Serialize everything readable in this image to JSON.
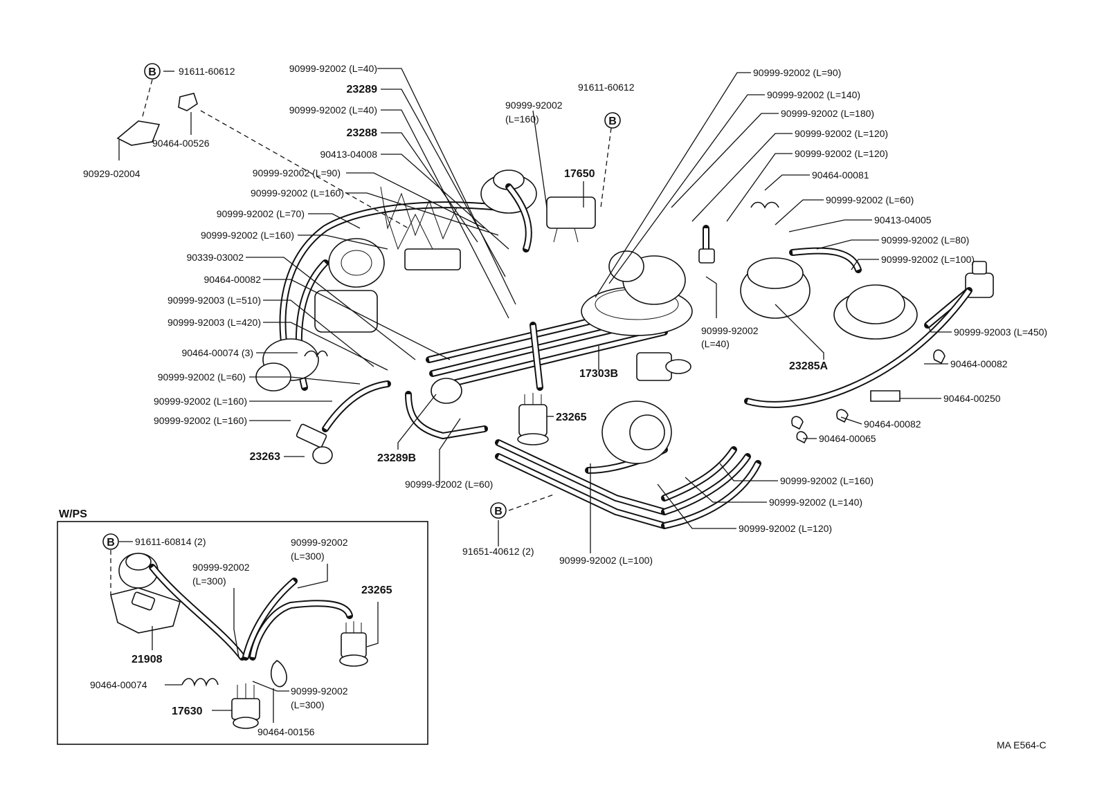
{
  "diagram": {
    "figure_code": "MA E564-C",
    "inset_title": "W/PS",
    "callout_letter": "B",
    "labels": {
      "t_91611_60612_a": "91611-60612",
      "t_90464_00526": "90464-00526",
      "t_90929_02004": "90929-02004",
      "t_92002_l40_a": "90999-92002 (L=40)",
      "t_23289": "23289",
      "t_92002_l40_b": "90999-92002 (L=40)",
      "t_23288": "23288",
      "t_90413_04008": "90413-04008",
      "t_92002_l90_a": "90999-92002 (L=90)",
      "t_92002_l160_a": "90999-92002 (L=160)",
      "t_92002_l70": "90999-92002 (L=70)",
      "t_92002_l160_b": "90999-92002 (L=160)",
      "t_90339_03002": "90339-03002",
      "t_90464_00082_a": "90464-00082",
      "t_92003_l510": "90999-92003 (L=510)",
      "t_92003_l420": "90999-92003 (L=420)",
      "t_90464_00074_3": "90464-00074 (3)",
      "t_92002_l60_a": "90999-92002 (L=60)",
      "t_92002_l160_c": "90999-92002 (L=160)",
      "t_92002_l160_d": "90999-92002 (L=160)",
      "t_23263": "23263",
      "t_23289b": "23289B",
      "t_92002_l60_b": "90999-92002 (L=60)",
      "t_91611_60612_b": "91611-60612",
      "t_92002_a": "90999-92002",
      "t_l160": "(L=160)",
      "t_17650": "17650",
      "t_92002_l90_b": "90999-92002 (L=90)",
      "t_92002_l140_a": "90999-92002 (L=140)",
      "t_92002_l180": "90999-92002 (L=180)",
      "t_92002_l120_a": "90999-92002 (L=120)",
      "t_92002_l120_b": "90999-92002 (L=120)",
      "t_90464_00081": "90464-00081",
      "t_92002_l60_c": "90999-92002 (L=60)",
      "t_90413_04005": "90413-04005",
      "t_92002_l80": "90999-92002 (L=80)",
      "t_92002_l100_a": "90999-92002 (L=100)",
      "t_92002_b": "90999-92002",
      "t_l40": "(L=40)",
      "t_23285a": "23285A",
      "t_92003_l450": "90999-92003 (L=450)",
      "t_90464_00082_b": "90464-00082",
      "t_17303b": "17303B",
      "t_23265_a": "23265",
      "t_90464_00250": "90464-00250",
      "t_90464_00082_c": "90464-00082",
      "t_90464_00065": "90464-00065",
      "t_92002_l160_e": "90999-92002 (L=160)",
      "t_92002_l140_b": "90999-92002 (L=140)",
      "t_92002_l120_c": "90999-92002 (L=120)",
      "t_91651_40612_2": "91651-40612 (2)",
      "t_92002_l100_b": "90999-92002 (L=100)",
      "t_91611_60814_2": "91611-60814 (2)",
      "t_92002_c": "90999-92002",
      "t_l300_a": "(L=300)",
      "t_92002_d": "90999-92002",
      "t_l300_b": "(L=300)",
      "t_23265_b": "23265",
      "t_21908": "21908",
      "t_90464_00074": "90464-00074",
      "t_92002_e": "90999-92002",
      "t_l300_c": "(L=300)",
      "t_17630": "17630",
      "t_90464_00156": "90464-00156"
    }
  }
}
